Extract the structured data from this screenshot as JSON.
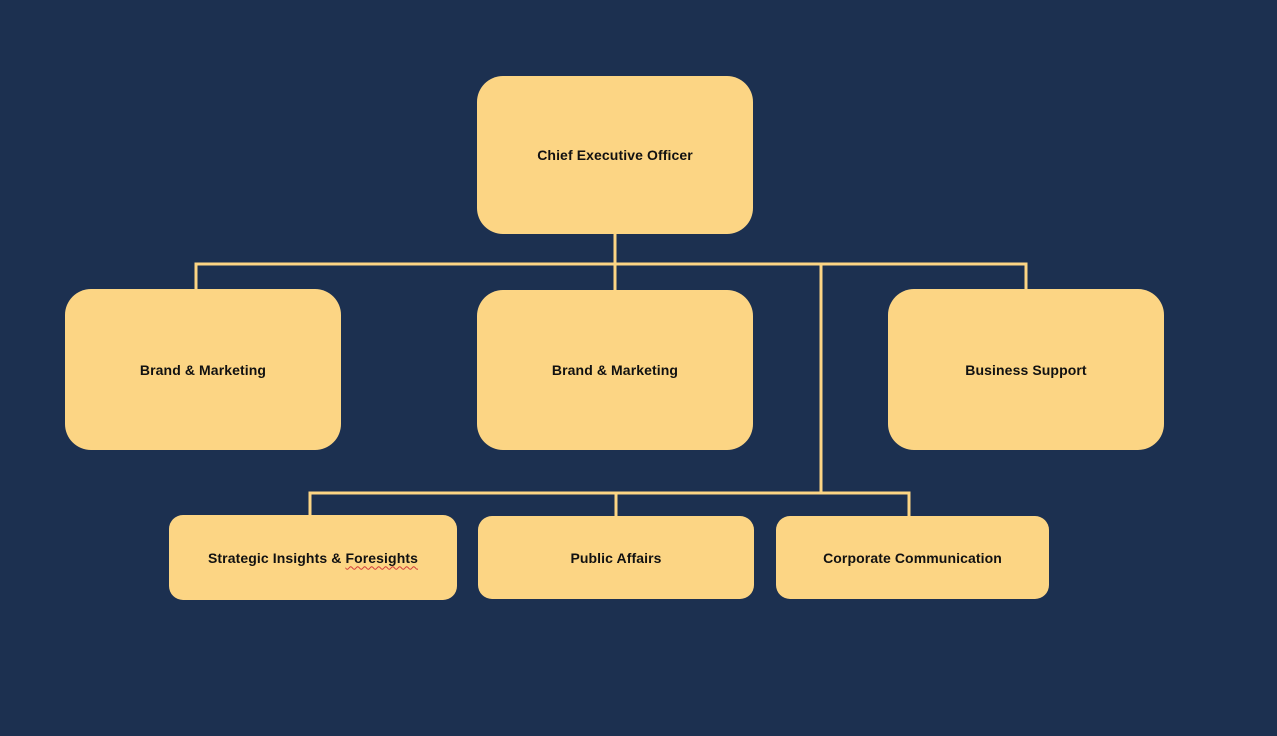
{
  "org_chart": {
    "colors": {
      "background": "#1c3050",
      "node_fill": "#fcd584",
      "connector": "#fcd584",
      "text": "#111111"
    },
    "root": {
      "label": "Chief Executive Officer"
    },
    "level2": [
      {
        "label": "Brand & Marketing"
      },
      {
        "label": "Brand & Marketing"
      },
      {
        "label": "Business Support"
      }
    ],
    "level3": [
      {
        "label_main": "Strategic Insights & ",
        "label_flagged": "Foresights"
      },
      {
        "label": "Public Affairs"
      },
      {
        "label": "Corporate Communication"
      }
    ]
  }
}
